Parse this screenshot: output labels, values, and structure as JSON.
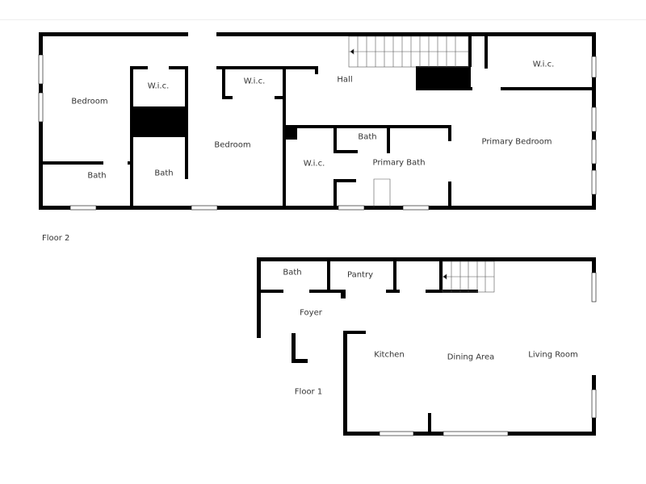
{
  "floors": [
    {
      "label": "Floor 2",
      "rooms": [
        {
          "name": "Bedroom"
        },
        {
          "name": "W.i.c."
        },
        {
          "name": "W.i.c."
        },
        {
          "name": "Hall"
        },
        {
          "name": "W.i.c."
        },
        {
          "name": "Bedroom"
        },
        {
          "name": "Bath"
        },
        {
          "name": "Primary Bedroom"
        },
        {
          "name": "Bath"
        },
        {
          "name": "Bath"
        },
        {
          "name": "W.i.c."
        },
        {
          "name": "Primary Bath"
        }
      ]
    },
    {
      "label": "Floor 1",
      "rooms": [
        {
          "name": "Bath"
        },
        {
          "name": "Pantry"
        },
        {
          "name": "Foyer"
        },
        {
          "name": "Kitchen"
        },
        {
          "name": "Dining Area"
        },
        {
          "name": "Living Room"
        }
      ]
    }
  ],
  "colors": {
    "wall": "#000000",
    "window": "#ffffff",
    "text": "#333333"
  }
}
